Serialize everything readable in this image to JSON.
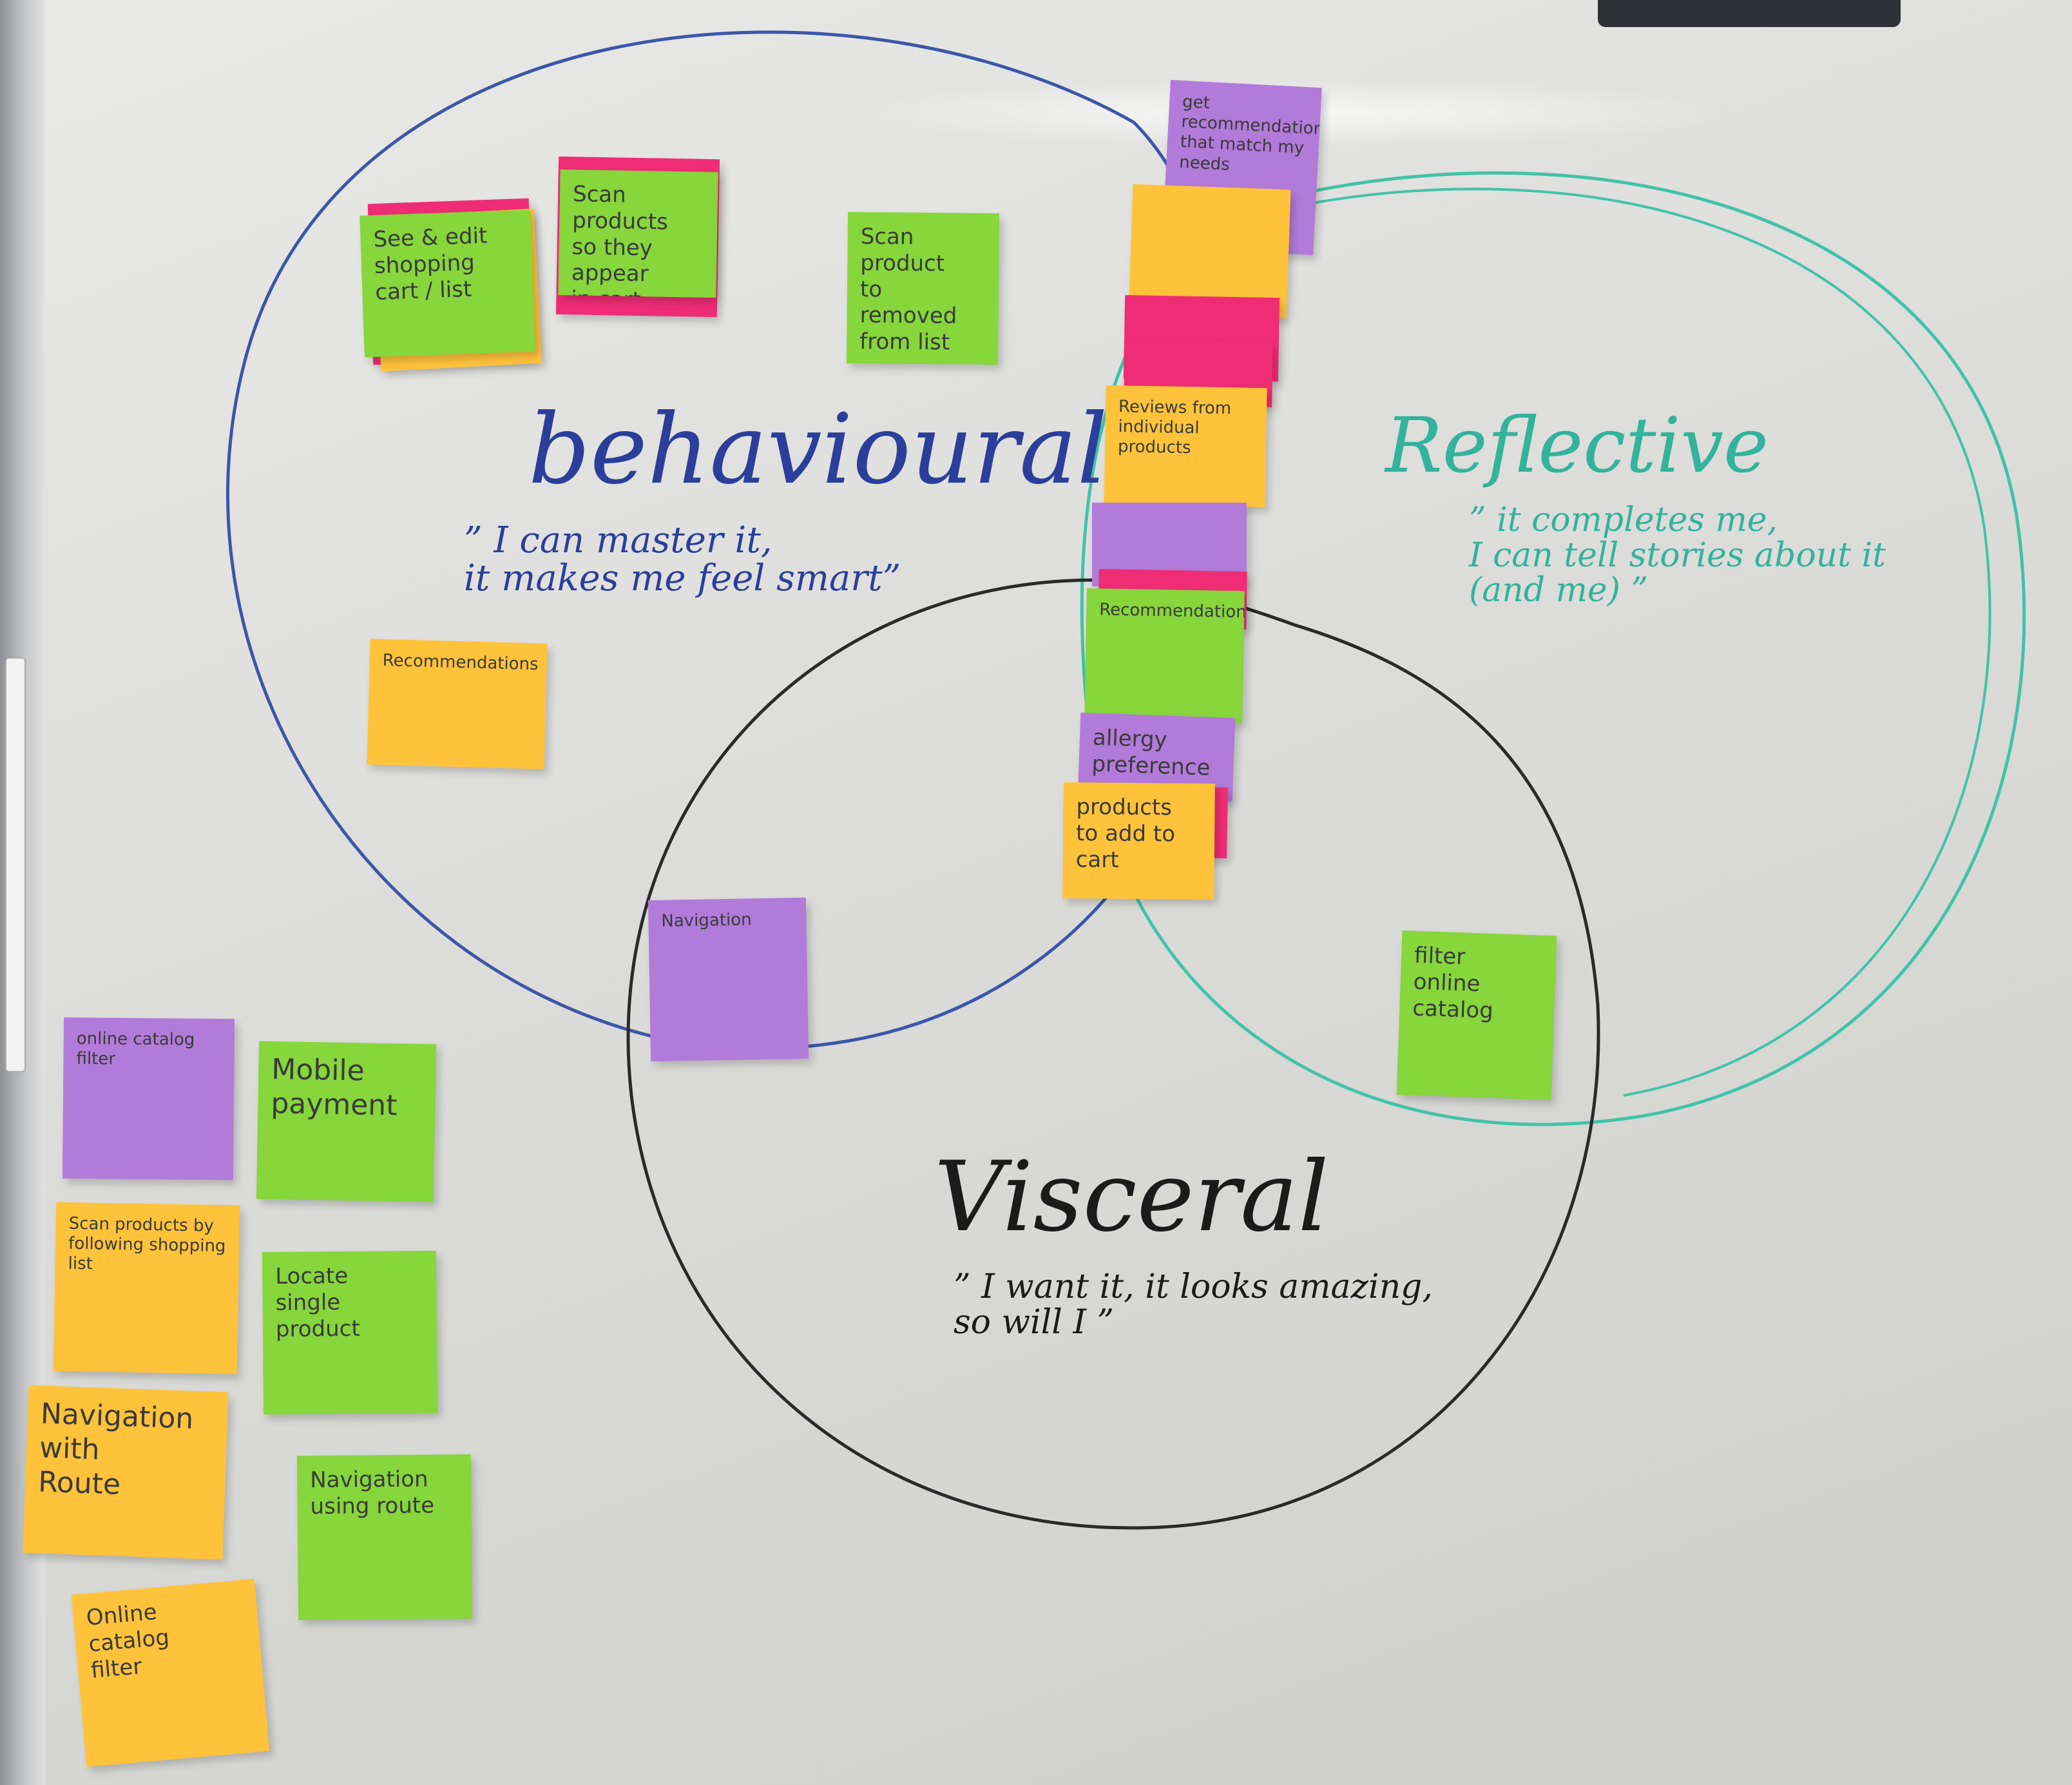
{
  "board": {
    "behavioural": {
      "title": "behavioural",
      "quote_line1": "” I can master it,",
      "quote_line2": "it makes me feel smart”"
    },
    "reflective": {
      "title": "Reflective",
      "quote_line1": "” it completes me,",
      "quote_line2": "I can tell stories about it",
      "quote_line3": "(and me) ”"
    },
    "visceral": {
      "title": "Visceral",
      "quote_line1": "” I want it, it looks amazing,",
      "quote_line2": "so will I ”"
    }
  },
  "notes": {
    "see_edit": "See & edit\nshopping\ncart / list",
    "scan_products": "Scan\nproducts\nso they appear\nin cart",
    "scan_removed": "Scan product\nto removed\nfrom list",
    "recommendations_small": "Recommendations",
    "get_recommendations": "get recommendations\nthat match my\nneeds",
    "reviews": "Reviews from\nindividual products",
    "recommendations": "Recommendations",
    "allergy": "allergy\npreference",
    "scan_add": "products\nto add to\ncart",
    "navigation_center": "Navigation",
    "filter_online": "filter\nonline\ncatalog",
    "online_catalog_filter_purple": "online catalog\nfilter",
    "mobile_payment": "Mobile\npayment",
    "scan_shopping_list": "Scan products by\nfollowing shopping list",
    "locate_single": "Locate\nsingle product",
    "navigation_route_yellow": "Navigation\nwith\nRoute",
    "navigation_route_green": "Navigation\nusing route",
    "online_catalog_filter_yellow": "Online\ncatalog\nfilter"
  },
  "colors": {
    "behavioural_ink": "#2b3f9a",
    "reflective_ink": "#33b39b",
    "visceral_ink": "#1b1b1b",
    "sticky_green": "#86d63c",
    "sticky_yellow": "#ffc33b",
    "sticky_purple": "#b27ad9",
    "sticky_pink": "#ef2d74"
  }
}
